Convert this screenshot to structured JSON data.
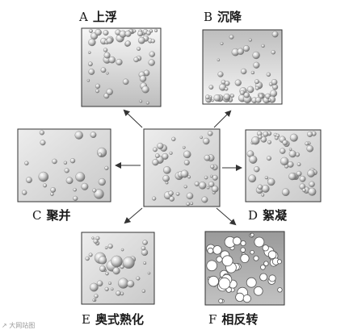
{
  "panels": {
    "a": {
      "letter": "A",
      "name": "上浮"
    },
    "b": {
      "letter": "B",
      "name": "沉降"
    },
    "c": {
      "letter": "C",
      "name": "聚并"
    },
    "d": {
      "letter": "D",
      "name": "絮凝"
    },
    "e": {
      "letter": "E",
      "name": "奥式熟化"
    },
    "f": {
      "letter": "F",
      "name": "相反转"
    }
  },
  "watermark": "↗ 大网站图"
}
